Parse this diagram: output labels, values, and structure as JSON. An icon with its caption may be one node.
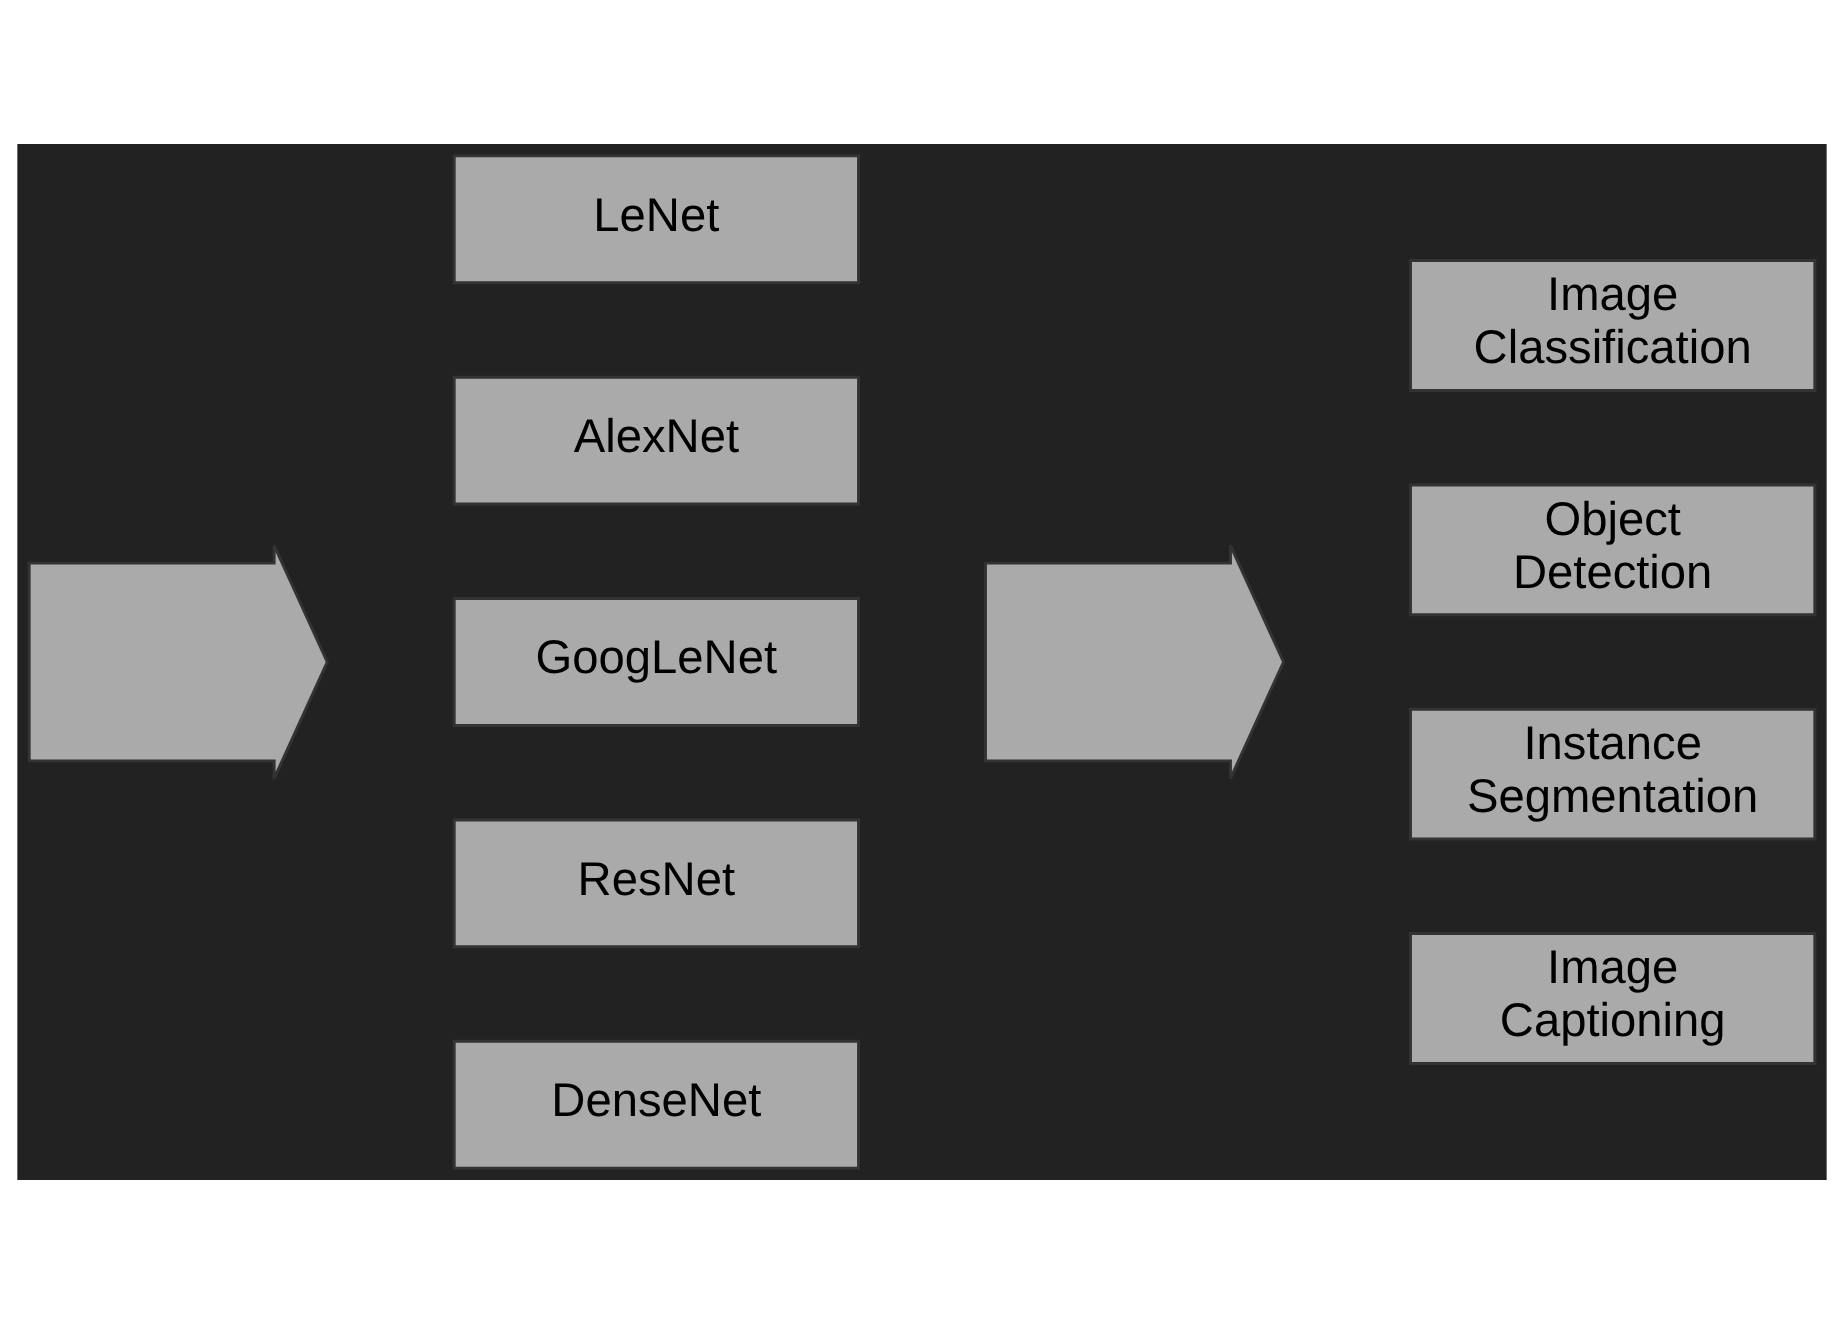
{
  "diagram": {
    "nodes": [
      {
        "text": [],
        "shape": "arrow"
      },
      {
        "text": [
          "LeNet"
        ]
      },
      {
        "text": [
          "AlexNet"
        ]
      },
      {
        "text": [
          "GoogLeNet"
        ]
      },
      {
        "text": [
          "ResNet"
        ]
      },
      {
        "text": [
          "DenseNet"
        ]
      },
      {
        "text": [],
        "shape": "arrow"
      },
      {
        "text": [
          "Image Classification"
        ]
      },
      {
        "text": [
          "Object Detection"
        ]
      },
      {
        "text": [
          "Instance Segmentation"
        ]
      },
      {
        "text": [
          "Image Captioning"
        ]
      }
    ]
  }
}
